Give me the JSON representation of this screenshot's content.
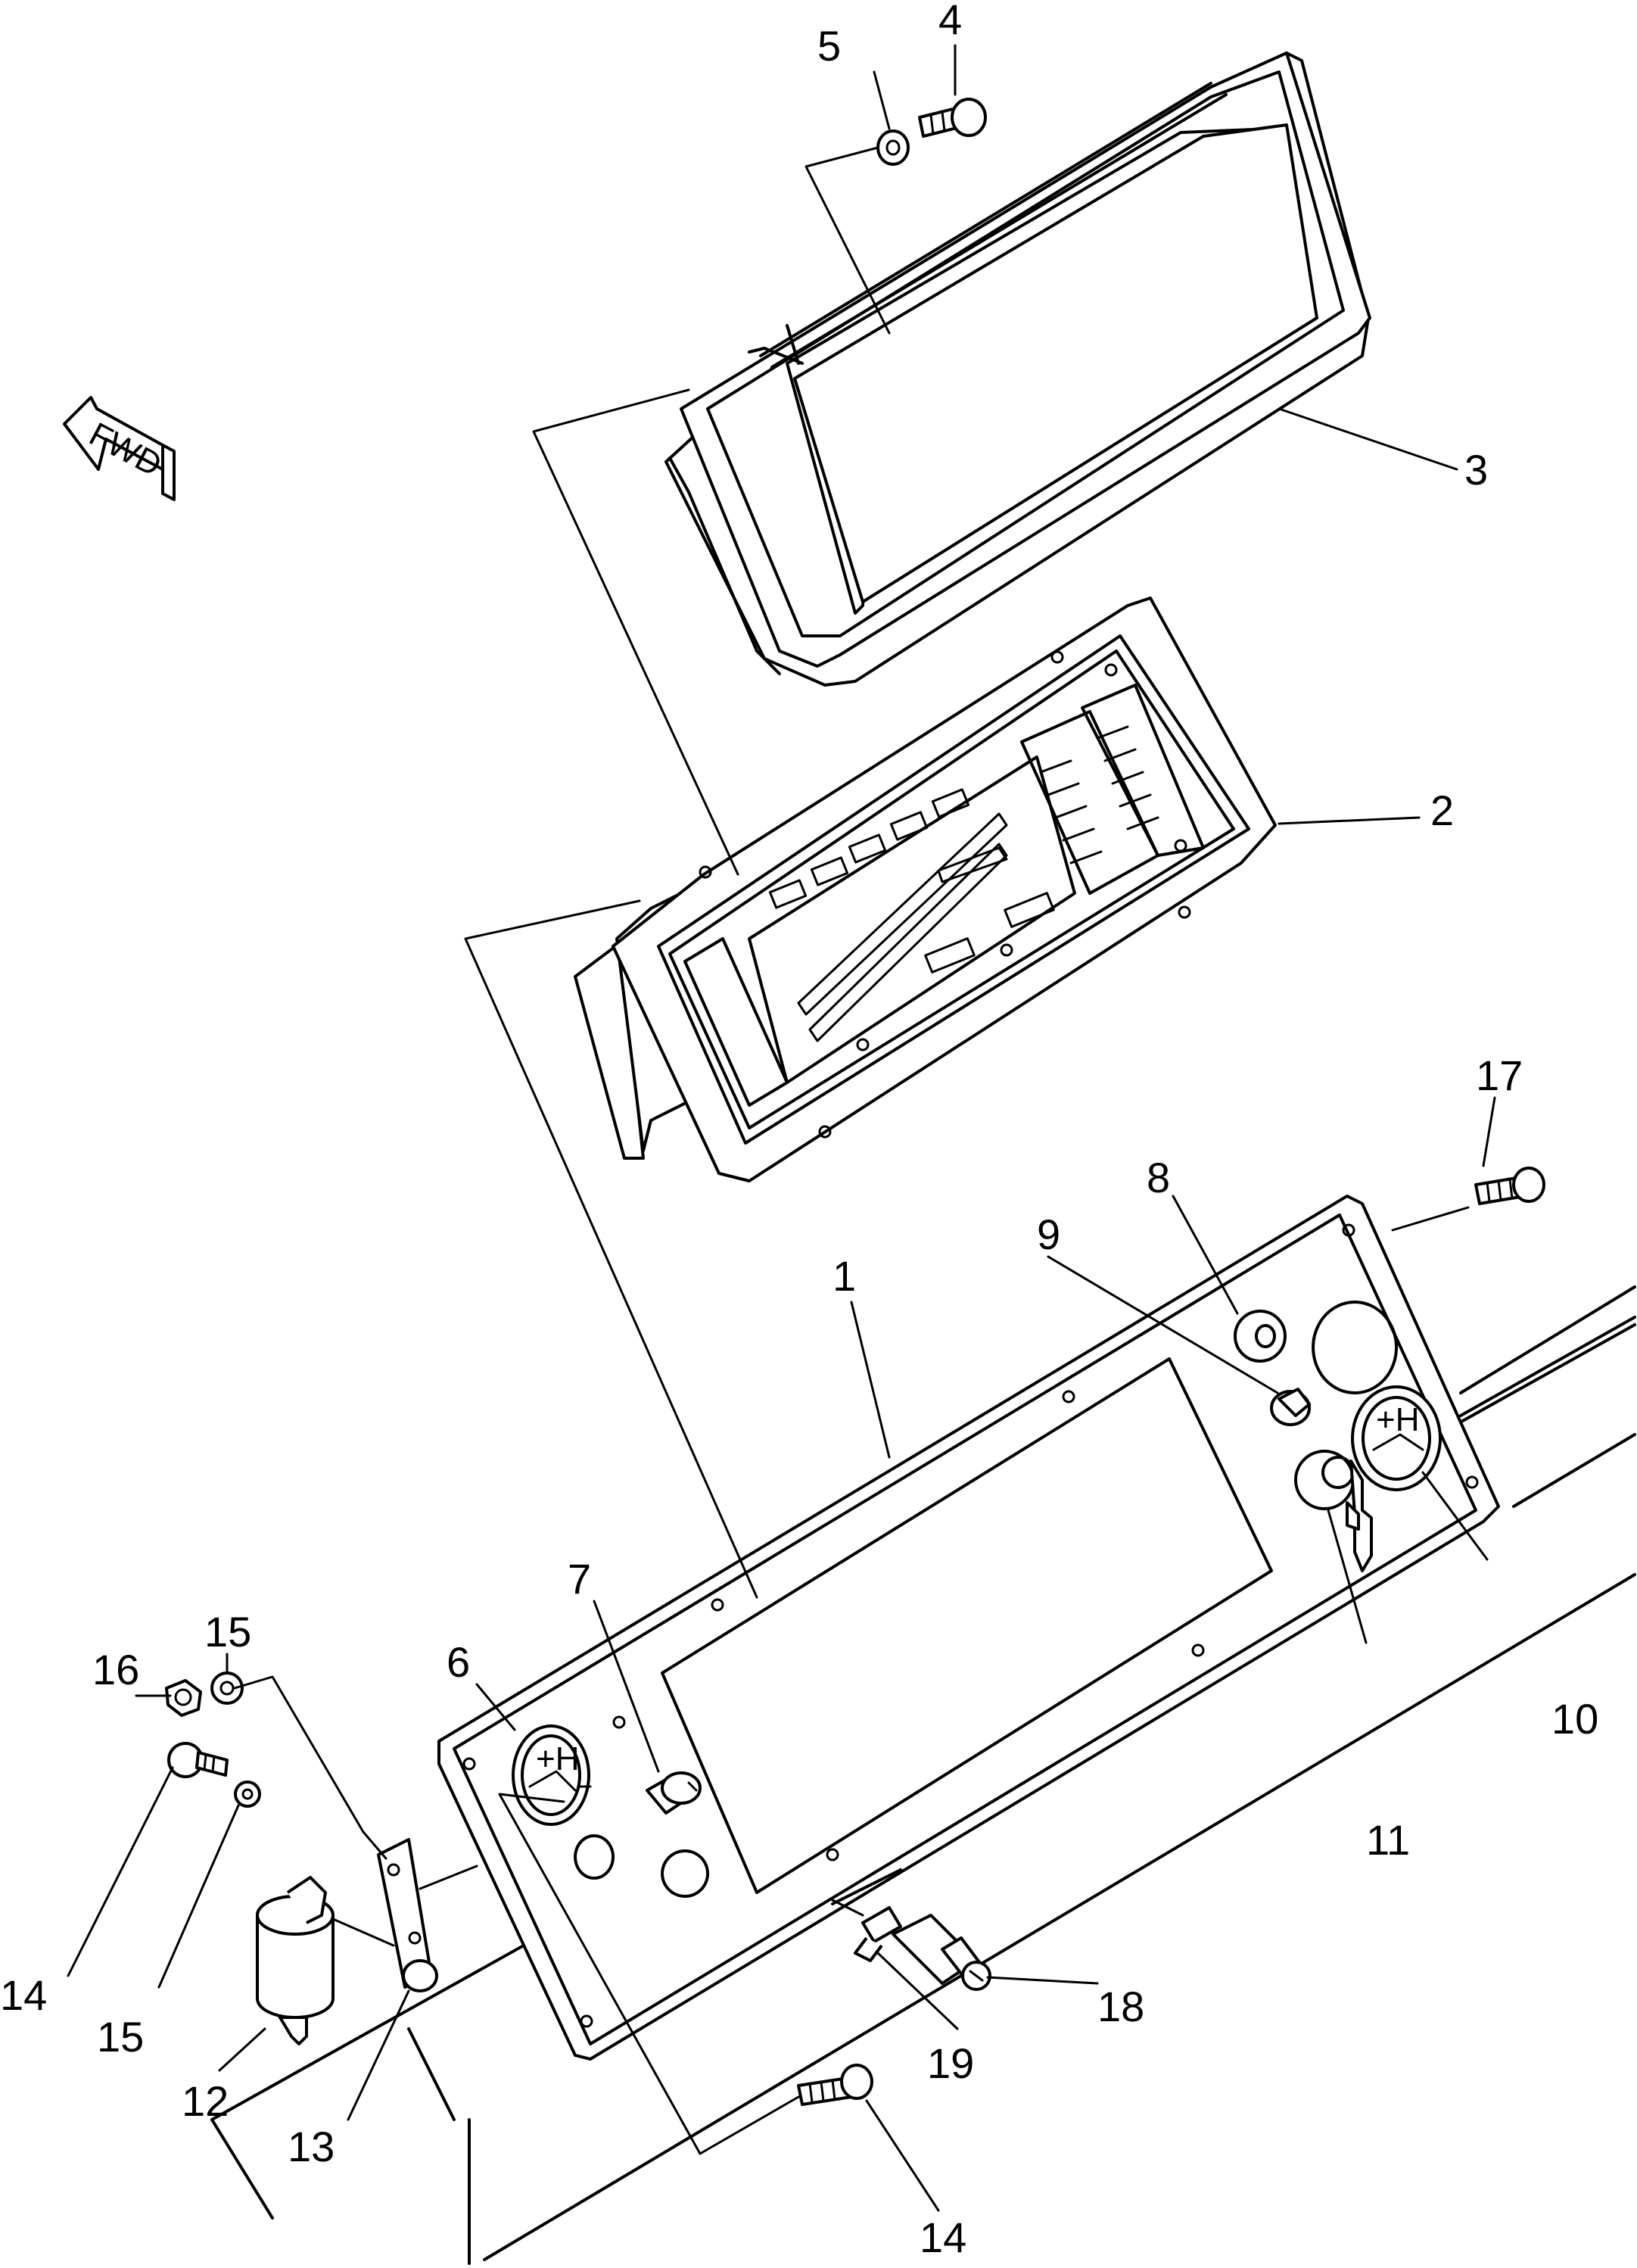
{
  "diagram": {
    "direction_label": "FWD",
    "callouts": [
      {
        "label": "1",
        "part": "instrument-panel"
      },
      {
        "label": "2",
        "part": "monitor-panel"
      },
      {
        "label": "3",
        "part": "panel-hood"
      },
      {
        "label": "4",
        "part": "screw"
      },
      {
        "label": "5",
        "part": "washer"
      },
      {
        "label": "6",
        "part": "left-gauge"
      },
      {
        "label": "7",
        "part": "switch"
      },
      {
        "label": "8",
        "part": "knob"
      },
      {
        "label": "9",
        "part": "plug"
      },
      {
        "label": "10",
        "part": "right-gauge"
      },
      {
        "label": "11",
        "part": "starter-switch-key"
      },
      {
        "label": "12",
        "part": "relay"
      },
      {
        "label": "13",
        "part": "bracket"
      },
      {
        "label": "14",
        "part": "bolt"
      },
      {
        "label": "15",
        "part": "washer"
      },
      {
        "label": "16",
        "part": "nut"
      },
      {
        "label": "17",
        "part": "screw"
      },
      {
        "label": "18",
        "part": "switch-cylinder"
      },
      {
        "label": "19",
        "part": "lever"
      }
    ]
  }
}
